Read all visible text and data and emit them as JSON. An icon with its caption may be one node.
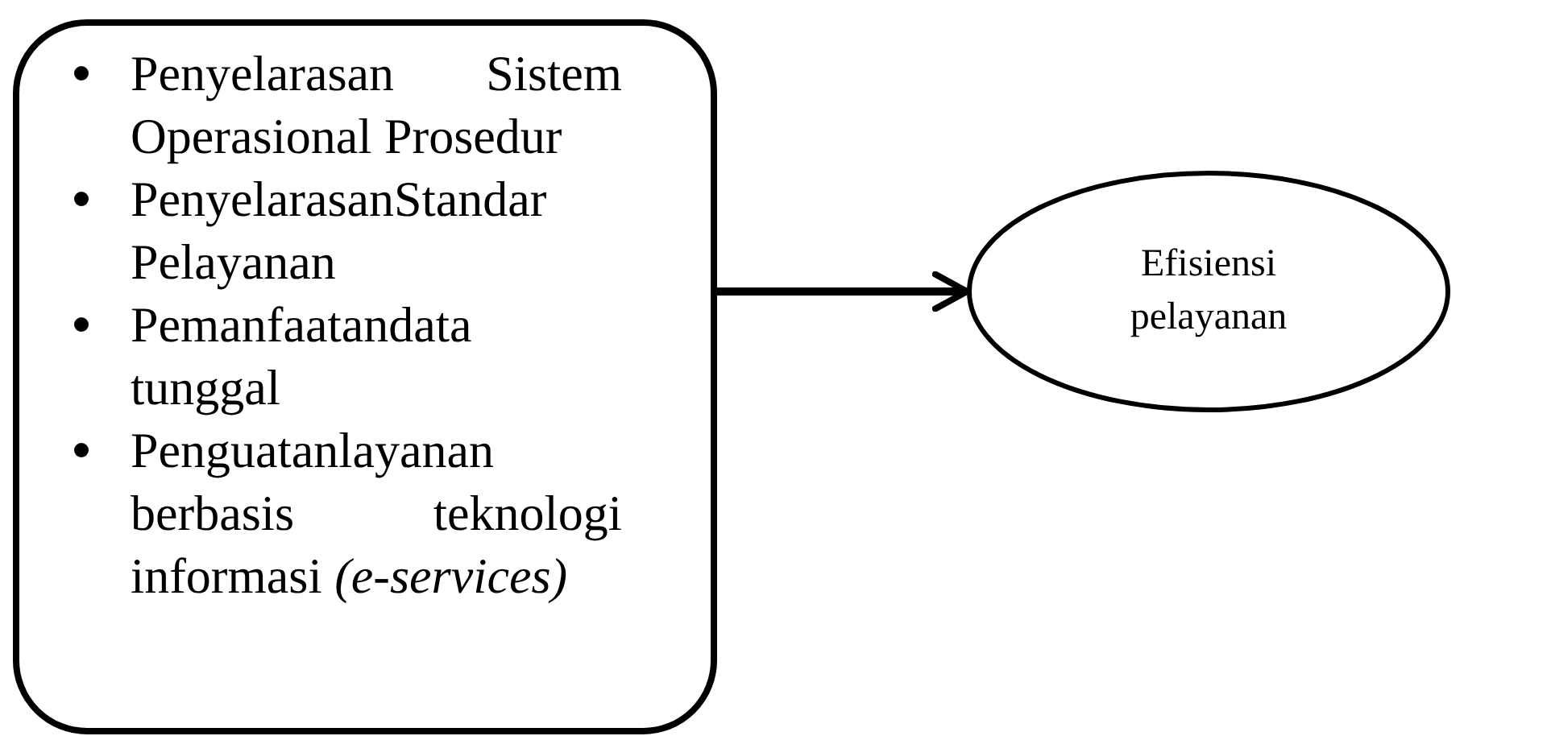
{
  "diagram": {
    "nodes": [
      {
        "text": [
          "Penyelarasan Sistem Operasional Prosedur",
          "PenyelarasanStandar Pelayanan",
          "Pemanfaatandata tunggal",
          "Penguatanlayanan berbasis teknologi informasi *(e-services)*"
        ]
      },
      {
        "text": [
          "Efisiensi pelayanan"
        ]
      }
    ],
    "edges": [
      {
        "from": 0,
        "to": 1,
        "arrow": "to"
      }
    ]
  }
}
